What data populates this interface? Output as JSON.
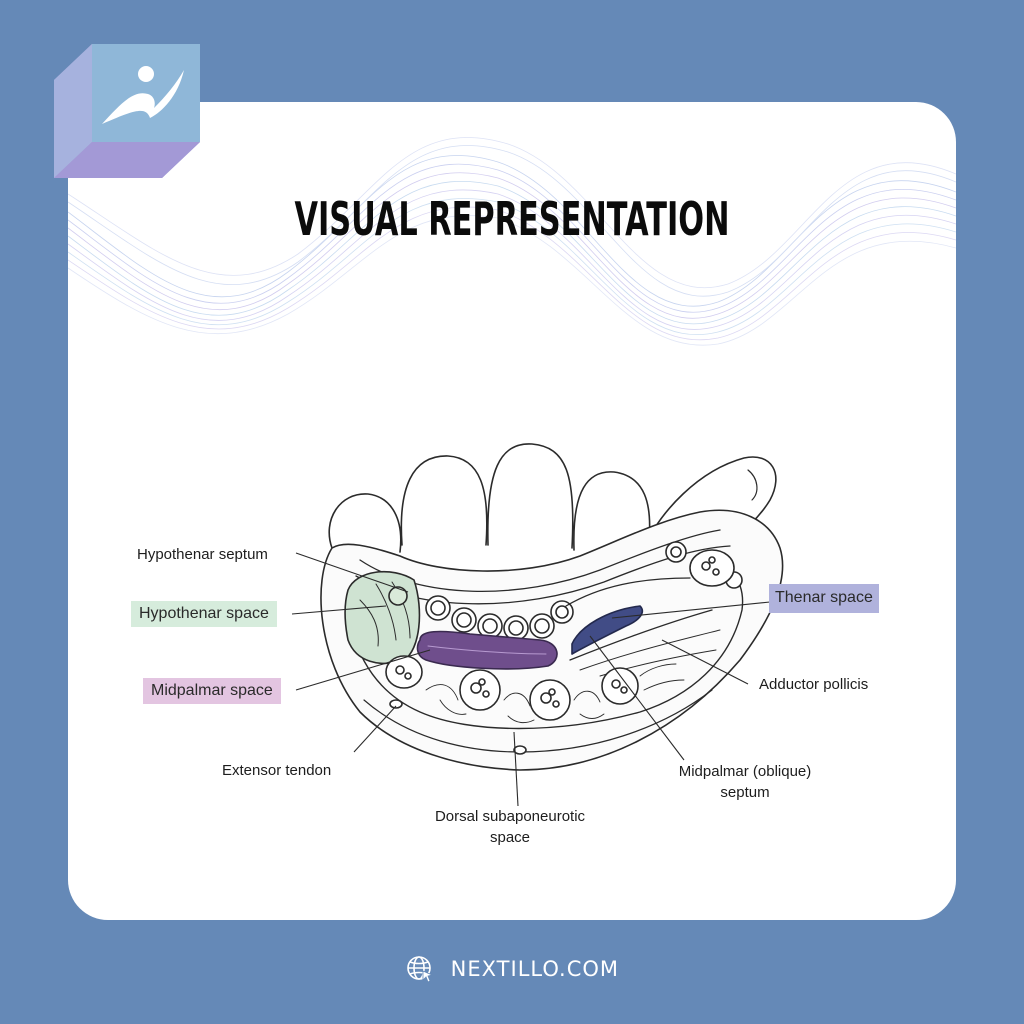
{
  "header": {
    "title": "VISUAL REPRESENTATION"
  },
  "diagram": {
    "labels": {
      "hypothenar_septum": "Hypothenar septum",
      "hypothenar_space": "Hypothenar space",
      "midpalmar_space": "Midpalmar space",
      "extensor_tendon": "Extensor tendon",
      "dorsal_subaponeurotic_line1": "Dorsal subaponeurotic",
      "dorsal_subaponeurotic_line2": "space",
      "midpalmar_septum_line1": "Midpalmar (oblique)",
      "midpalmar_septum_line2": "septum",
      "adductor_pollicis": "Adductor pollicis",
      "thenar_space": "Thenar space"
    },
    "colors": {
      "hypothenar_space": "#d6ecdc",
      "midpalmar_space": "#e3c5e1",
      "thenar_space": "#b0b2dc"
    }
  },
  "footer": {
    "website": "NEXTILLO.COM",
    "icon": "globe-cursor-icon"
  },
  "brand": {
    "logo_icon": "person-leap-logo-icon"
  }
}
